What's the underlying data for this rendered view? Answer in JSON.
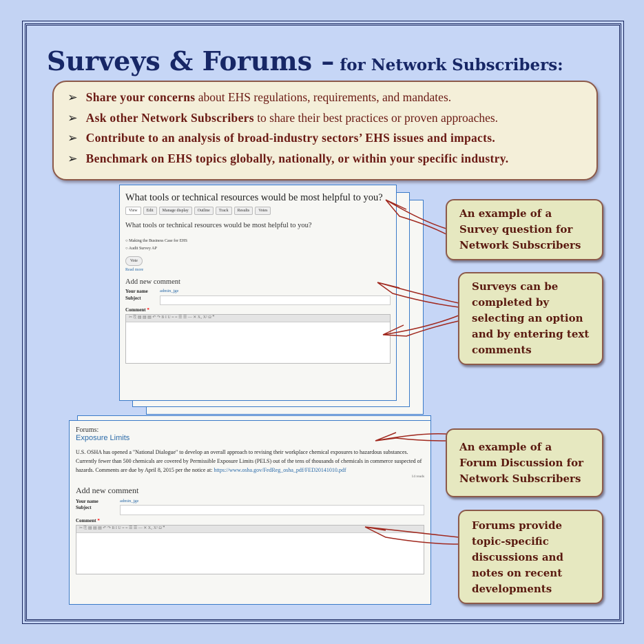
{
  "title": {
    "main": "Surveys & Forums –",
    "sub": "for Network Subscribers:"
  },
  "bullets": [
    {
      "bold": "Share your concerns",
      "rest": " about EHS regulations, requirements, and mandates."
    },
    {
      "bold": "Ask other Network Subscribers",
      "rest": " to share their best practices or proven approaches."
    },
    {
      "bold": "Contribute to an analysis of broad-industry sectors’ EHS issues and impacts.",
      "rest": ""
    },
    {
      "bold": "Benchmark on EHS topics globally, nationally, or within your specific industry.",
      "rest": ""
    }
  ],
  "survey": {
    "title": "What tools or technical resources would be most helpful to you?",
    "tabs": [
      "View",
      "Edit",
      "Manage display",
      "Outline",
      "Track",
      "Results",
      "Votes"
    ],
    "question": "What tools or technical resources would be most helpful to you?",
    "options": [
      "Making the Business Case for EHS",
      "Audit Survey AP"
    ],
    "vote": "Vote",
    "read_more": "Read more",
    "add_comment": "Add new comment",
    "your_name_label": "Your name",
    "your_name": "admin_jge",
    "subject_label": "Subject",
    "comment_label": "Comment",
    "required": "*"
  },
  "forum": {
    "section": "Forums:",
    "title": "Exposure Limits",
    "body": "U.S. OSHA has opened a \"National Dialogue\" to develop an overall approach to revising their workplace chemical exposures to hazardous substances. Currently fewer than 500 chemicals are covered by Permissible Exposure Limits (PELS) out of the tens of thousands of chemicals in commerce suspected of hazards. Comments are due by April 8, 2015 per the notice at: ",
    "link": "https://www.osha.gov/FedReg_osha_pdf/FED20141010.pdf",
    "reads": "14 reads",
    "add_comment": "Add new comment",
    "your_name_label": "Your name",
    "your_name": "admin_jge",
    "subject_label": "Subject",
    "comment_label": "Comment",
    "required": "*"
  },
  "callouts": [
    "An example of a Survey question for Network Subscribers",
    "Surveys can be completed by selecting an option and by entering text comments",
    "An example of a Forum Discussion for Network Subscribers",
    "Forums provide topic-specific discussions and notes on recent developments"
  ],
  "toolbar_icons": "✂ ⎘ ▤ ▤ ▤ ↶ ↷ B I U ≡ ≡ ☰ ☰ — ✕ X₂ X² Ω ❞"
}
